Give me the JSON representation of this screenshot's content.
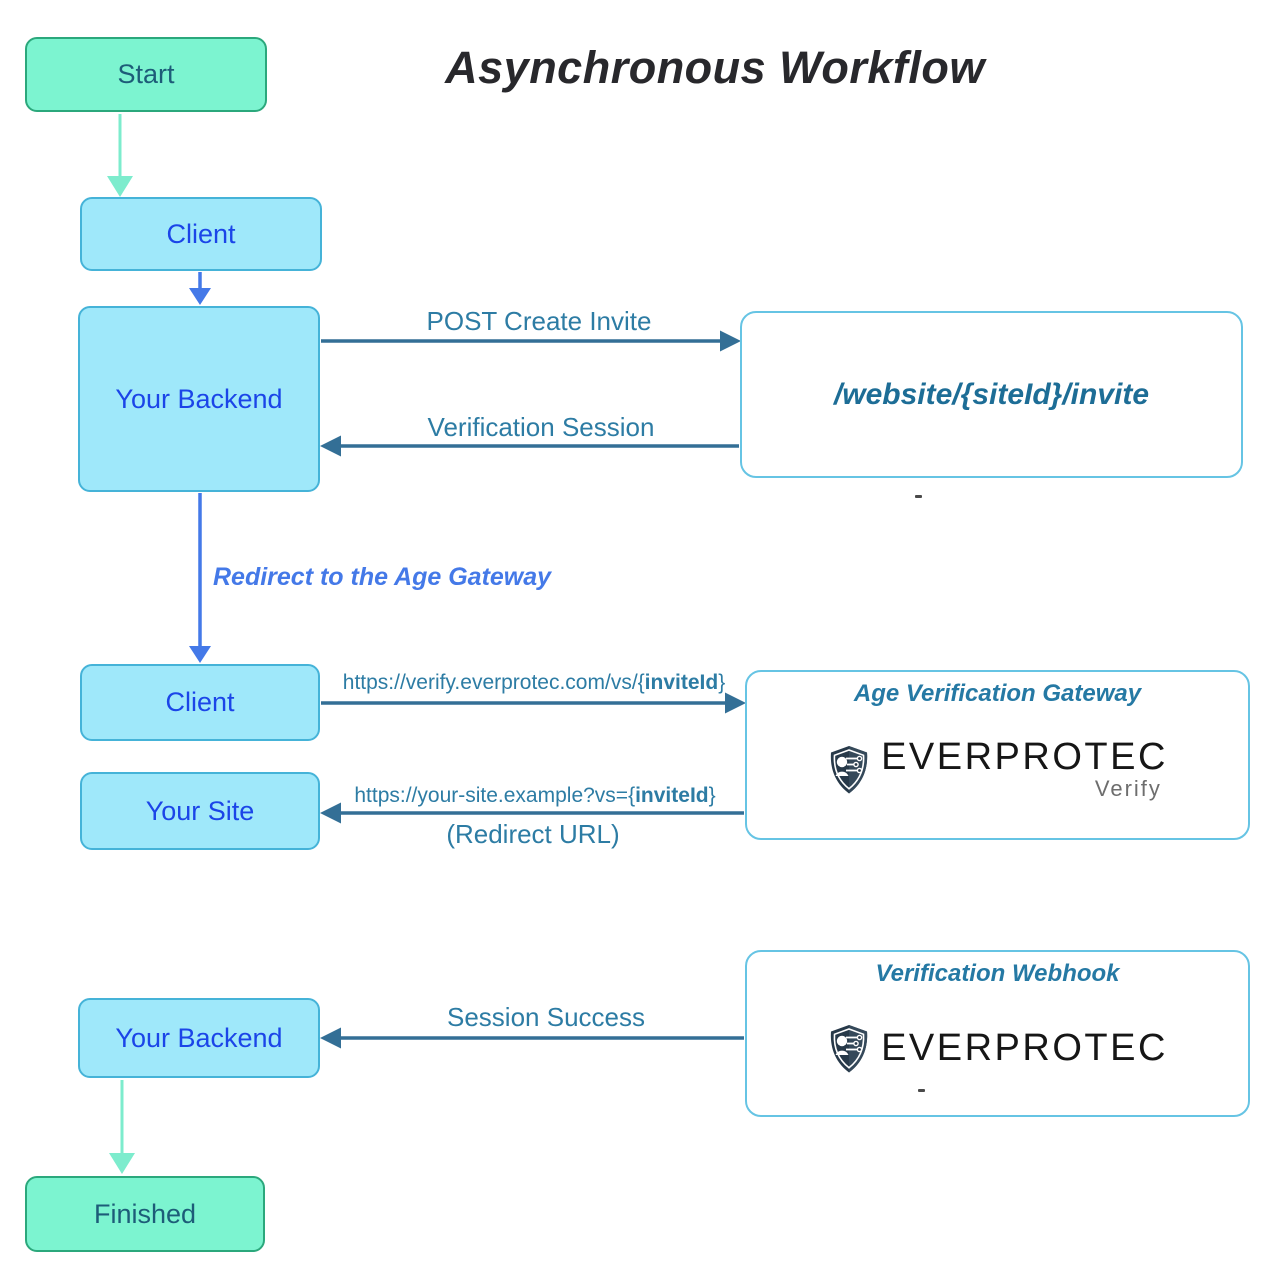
{
  "title": "Asynchronous Workflow",
  "nodes": {
    "start": "Start",
    "client_top": "Client",
    "backend_top": "Your Backend",
    "client_mid": "Client",
    "your_site": "Your Site",
    "backend_bottom": "Your Backend",
    "finished": "Finished"
  },
  "panels": {
    "invite_endpoint": {
      "path": "/website/{siteId}/invite"
    },
    "gateway": {
      "title": "Age Verification Gateway",
      "brand": "EVERPROTEC",
      "brand_sub": "Verify"
    },
    "webhook": {
      "title": "Verification Webhook",
      "brand": "EVERPROTEC"
    }
  },
  "edges": {
    "post_create_invite": "POST Create Invite",
    "verification_session": "Verification Session",
    "redirect_to_gateway": "Redirect to the Age Gateway",
    "verify_url": {
      "prefix": "https://verify.everprotec.com/vs/{",
      "bold": "inviteId",
      "suffix": "}"
    },
    "return_url": {
      "prefix": "https://your-site.example?vs={",
      "bold": "inviteId",
      "suffix": "}"
    },
    "redirect_url_note": "(Redirect URL)",
    "session_success": "Session Success"
  },
  "colors": {
    "node_fill_cyan": "#9FE8FA",
    "node_border_cyan": "#45B3D8",
    "node_text_blue": "#1B45E8",
    "node_fill_mint": "#7CF4D0",
    "node_border_green": "#2BA87C",
    "node_text_teal": "#1D5C78",
    "panel_border": "#66C4E4",
    "panel_title_teal": "#2579A4",
    "arrow_teal": "#336F96",
    "arrow_blue": "#4479E8",
    "arrow_mint": "#7DECCD",
    "label_teal": "#2D7CA4",
    "brand_dark": "#161616",
    "shield_dark": "#273949"
  }
}
